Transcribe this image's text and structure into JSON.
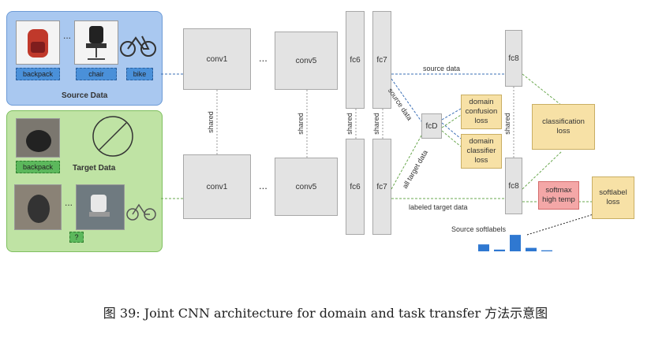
{
  "source_panel": {
    "title": "Source Data",
    "labels": [
      "backpack",
      "chair",
      "bike"
    ],
    "ellipsis": "...",
    "color": "#a9c8f0"
  },
  "target_panel": {
    "title": "Target Data",
    "label": "backpack",
    "unknown_label": "?",
    "ellipsis": "...",
    "color": "#bfe3a4"
  },
  "network": {
    "conv1": "conv1",
    "conv5": "conv5",
    "fc6": "fc6",
    "fc7": "fc7",
    "fc8": "fc8",
    "fcD": "fcD",
    "ellipsis": "...",
    "shared": "shared"
  },
  "losses": {
    "domain_confusion": "domain\nconfusion\nloss",
    "domain_classifier": "domain\nclassifier\nloss",
    "classification": "classification\nloss",
    "softmax": "softmax\nhigh temp",
    "softlabel": "softlabel\nloss"
  },
  "flow_labels": {
    "source_data": "source data",
    "source_data_diag": "source data",
    "all_target_data": "all target data",
    "labeled_target_data": "labeled target data",
    "source_softlabels": "Source softlabels"
  },
  "colors": {
    "source_line": "#3b6fb5",
    "target_line": "#6aa84f",
    "loss_fill": "#f7e1a6",
    "softmax_fill": "#f4a7a7",
    "bar": "#2f78d1"
  },
  "softlabel_bars": [
    0.4,
    0.1,
    0.95,
    0.2,
    0.06
  ],
  "caption": "图 39: Joint CNN architecture for domain and task transfer 方法示意图"
}
